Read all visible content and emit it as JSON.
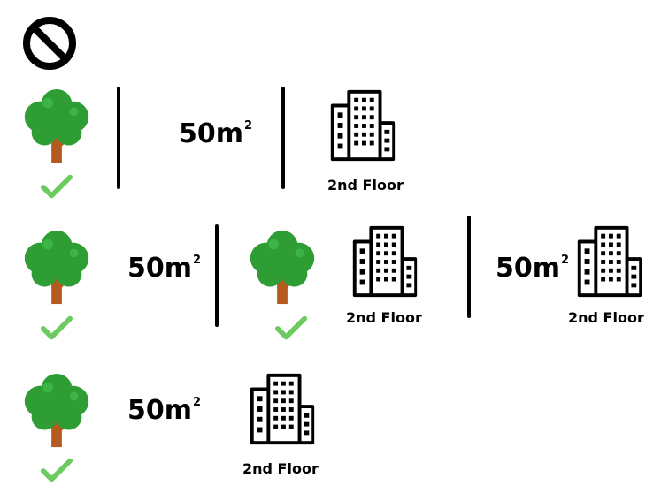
{
  "icons": {
    "prohibited": "no-entry-icon",
    "tree": "tree-icon",
    "check": "checkmark-icon",
    "building": "office-building-icon"
  },
  "colors": {
    "foliage": "#2E9E34",
    "foliage_light": "#3DB545",
    "trunk": "#B55A1E",
    "check": "#6CCB5F",
    "ink": "#000000"
  },
  "rows": [
    {
      "area_value": "50m",
      "area_exp": "2",
      "floor_label": "2nd Floor"
    },
    {
      "area_value": "50m",
      "area_exp": "2",
      "floor_label_a": "2nd Floor",
      "area_value_b": "50m",
      "area_exp_b": "2",
      "floor_label_b": "2nd Floor"
    },
    {
      "area_value": "50m",
      "area_exp": "2",
      "floor_label": "2nd Floor"
    }
  ]
}
